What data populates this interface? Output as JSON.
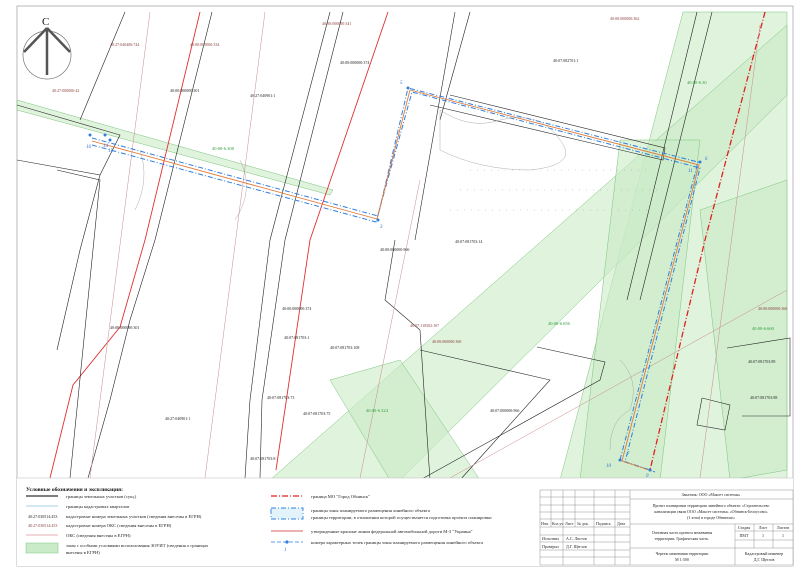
{
  "map": {
    "north_label": "С",
    "cadastral_labels": [
      "40:27:040406:744",
      "40:00:000000:334",
      "40:00:000000:341",
      "40:00:000000:374",
      "40:00:000000:301",
      "40:27:040901:1",
      "40:27:000000:42",
      "40:07:082701:1",
      "40:00:000000:362",
      "40:07:081703:14",
      "40:00:000000:966",
      "40:00:000000:374",
      "40:00:000000:301",
      "40:07:081703:1",
      "40:07:081703:108",
      "40:07:110502:107",
      "40:00:000000:360",
      "40:00:000000:366",
      "40:07:081703:89",
      "40:07:081703:88",
      "40:07:000000:966",
      "40:07:081703:73",
      "40:07:081703:75",
      "40:27:040901:1",
      "40:07:081703:8"
    ],
    "zone_labels": [
      "40:00-6.308",
      "40:00-6.30",
      "40:00-6.656",
      "40:00-6.660",
      "40:00-6.324"
    ],
    "point_numbers": [
      "1",
      "2",
      "3",
      "4",
      "5",
      "6",
      "7",
      "8",
      "9",
      "10",
      "11",
      "14",
      "15",
      "16"
    ]
  },
  "legend": {
    "title": "Условные обозначения и экспликация:",
    "sample_cad": "40:27:030514:453",
    "items_left": [
      "границы земельных участков (сущ.)",
      "границы кадастровых кварталов",
      "кадастровые номера земельных участков (сведения внесены в ЕГРН)",
      "кадастровые номера ОКС (сведения внесены в ЕГРН)",
      "ОКС (сведения внесены в ЕГРН)",
      "зоны с особыми условиями использования ЗОУИТ (сведения о границах",
      "внесены в ЕГРН)"
    ],
    "items_right": [
      "граница МО \"Город Обнинск\"",
      "границы зоны планируемого размещения линейного объекта",
      "границы территории, в отношении которой осуществляется подготовка проекта планировки",
      "утвержденные красные линии федеральной автомобильной дороги М-3 \"Украина\"",
      "номера характерных точек границы зоны планируемого размещения линейного объекта"
    ],
    "point_sample": "1"
  },
  "title_block": {
    "customer": "Заказчик: ООО «Максет системы»",
    "project": [
      "Проект планировки территории линейного объекта: «Строительство",
      "канализации связи ООО «Максет системы» «Обнинск-Белоусово»",
      "(1 этап) в городе Обнинске»"
    ],
    "columns": [
      "Изм.",
      "Кол.уч",
      "Лист",
      "№ док.",
      "Подпись",
      "Дата"
    ],
    "executed_label": "Исполнил",
    "executed_name": "А.С. Листов",
    "checked_label": "Проверил",
    "checked_name": "Д.Г. Щеглов",
    "section": [
      "Основная часть проекта межевания",
      "территории. Графическая часть."
    ],
    "stage_headers": [
      "Стадия",
      "Лист",
      "Листов"
    ],
    "stage_values": [
      "ПМТ",
      "1",
      "1"
    ],
    "drawing": [
      "Чертеж межевания территории",
      "М 1:500"
    ],
    "engineer": [
      "Кадастровый инженер",
      "Д.Г. Щеглов"
    ]
  },
  "colors": {
    "route": "#2f7fe0",
    "red_line": "#e03030",
    "zone": "#b9e3b9",
    "boundary": "#222",
    "okc": "#c98a8a"
  }
}
